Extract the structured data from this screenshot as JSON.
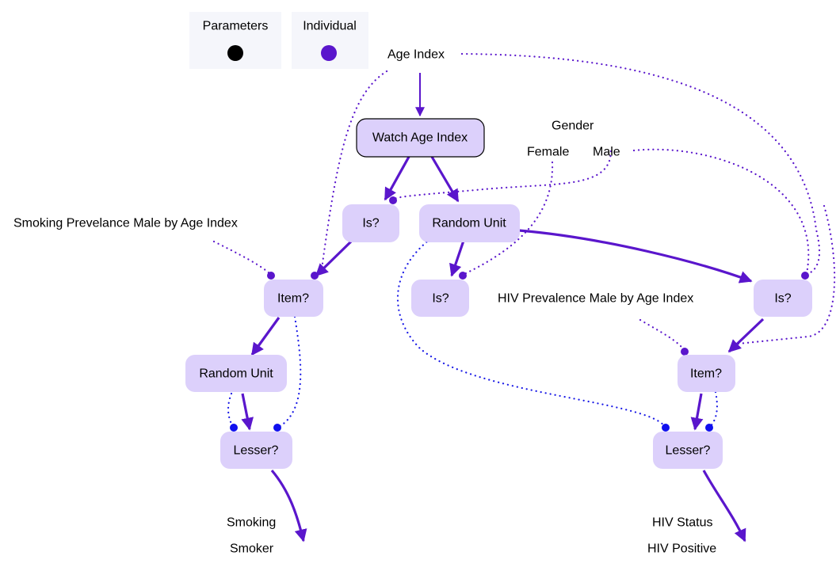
{
  "legend": {
    "parameters": {
      "label": "Parameters",
      "color": "#000000"
    },
    "individual": {
      "label": "Individual",
      "color": "#5a16cc"
    }
  },
  "inputs": {
    "age_index": "Age Index",
    "gender": "Gender",
    "female": "Female",
    "male": "Male",
    "smoking_prevalence": "Smoking Prevelance Male by Age Index",
    "hiv_prevalence": "HIV Prevalence Male by Age Index"
  },
  "nodes": {
    "watch_age_index": "Watch Age Index",
    "is_left": "Is?",
    "random_unit_top": "Random Unit",
    "is_middle": "Is?",
    "is_right": "Is?",
    "item_left": "Item?",
    "item_right": "Item?",
    "random_unit_left": "Random Unit",
    "lesser_left": "Lesser?",
    "lesser_right": "Lesser?"
  },
  "outputs": {
    "smoking": "Smoking",
    "smoker": "Smoker",
    "hiv_status": "HIV Status",
    "hiv_positive": "HIV Positive"
  },
  "colors": {
    "node_fill": "#dcd0fb",
    "edge": "#5a16cc",
    "port_blue": "#1010ee",
    "legend_bg": "#f5f6fb"
  }
}
